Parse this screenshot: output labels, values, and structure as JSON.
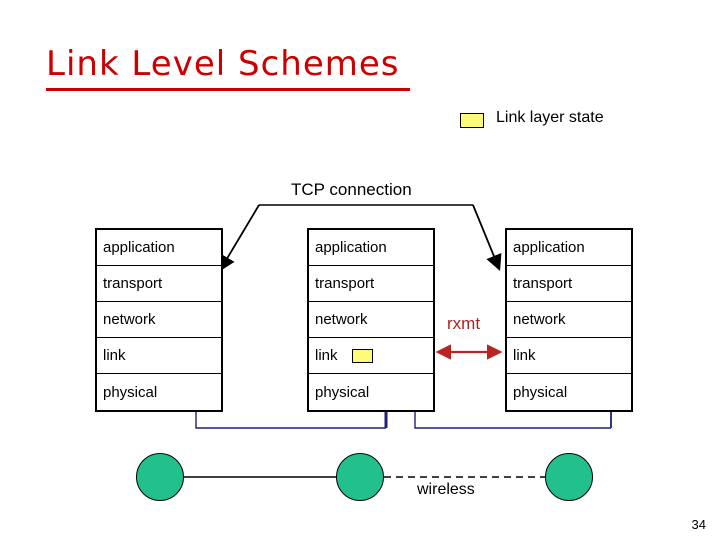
{
  "slide": {
    "title": "Link Level Schemes",
    "page_number": "34",
    "title_color": "#CC0000"
  },
  "legend": {
    "swatch_name": "link-layer-state-swatch",
    "swatch_color": "#FFFB77",
    "label": "Link layer state"
  },
  "diagram": {
    "tcp_label": "TCP connection",
    "rxmt_label": "rxmt",
    "rxmt_color": "#AA2222",
    "wireless_label": "wireless",
    "node_color": "#22C08D",
    "flow_line_color": "#1F1F7A",
    "stacks": [
      {
        "id": "host-left",
        "layers": [
          {
            "label": "application",
            "has_state_swatch": false
          },
          {
            "label": "transport",
            "has_state_swatch": false
          },
          {
            "label": "network",
            "has_state_swatch": false
          },
          {
            "label": "link",
            "has_state_swatch": false
          },
          {
            "label": "physical",
            "has_state_swatch": false
          }
        ]
      },
      {
        "id": "base-station-middle",
        "layers": [
          {
            "label": "application",
            "has_state_swatch": false
          },
          {
            "label": "transport",
            "has_state_swatch": false
          },
          {
            "label": "network",
            "has_state_swatch": false
          },
          {
            "label": "link",
            "has_state_swatch": true
          },
          {
            "label": "physical",
            "has_state_swatch": false
          }
        ]
      },
      {
        "id": "host-right",
        "layers": [
          {
            "label": "application",
            "has_state_swatch": false
          },
          {
            "label": "transport",
            "has_state_swatch": false
          },
          {
            "label": "network",
            "has_state_swatch": false
          },
          {
            "label": "link",
            "has_state_swatch": false
          },
          {
            "label": "physical",
            "has_state_swatch": false
          }
        ]
      }
    ],
    "nodes": [
      {
        "id": "node-left"
      },
      {
        "id": "node-middle"
      },
      {
        "id": "node-right"
      }
    ],
    "links": [
      {
        "from": "node-left",
        "to": "node-middle",
        "style": "solid",
        "label": ""
      },
      {
        "from": "node-middle",
        "to": "node-right",
        "style": "dashed",
        "label": "wireless"
      }
    ]
  }
}
